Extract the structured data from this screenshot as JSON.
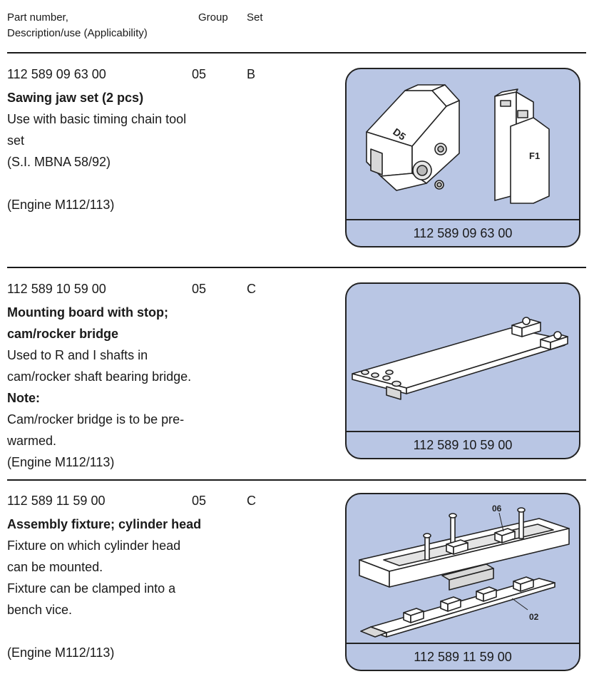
{
  "header": {
    "desc_line1": "Part number,",
    "desc_line2": "Description/use (Applicability)",
    "group": "Group",
    "set": "Set"
  },
  "items": [
    {
      "part_number": "112 589 09 63 00",
      "group": "05",
      "set": "B",
      "title": "Sawing jaw set (2 pcs)",
      "lines": [
        "Use with basic timing chain tool",
        "set",
        "(S.I. MBNA 58/92)"
      ],
      "applicability": "(Engine M112/113)",
      "figure_caption": "112 589 09 63 00",
      "figure_labels": [
        "D5",
        "F1"
      ]
    },
    {
      "part_number": "112 589 10 59 00",
      "group": "05",
      "set": "C",
      "title_line1": "Mounting board with stop;",
      "title_line2": "cam/rocker bridge",
      "lines": [
        "Used to R and I shafts in",
        "cam/rocker shaft bearing bridge."
      ],
      "note_label": "Note:",
      "note_lines": [
        "Cam/rocker bridge is to be pre-",
        "warmed."
      ],
      "applicability": "(Engine M112/113)",
      "figure_caption": "112 589 10 59 00"
    },
    {
      "part_number": "112 589 11 59 00",
      "group": "05",
      "set": "C",
      "title": "Assembly fixture; cylinder head",
      "lines": [
        "Fixture on which cylinder head",
        "can be mounted.",
        "Fixture can be clamped into a",
        "bench vice."
      ],
      "applicability": "(Engine M112/113)",
      "figure_caption": "112 589 11 59 00",
      "figure_labels": [
        "06",
        "02"
      ]
    }
  ],
  "colors": {
    "figure_bg": "#b9c6e4",
    "ink": "#1a1a1a"
  }
}
